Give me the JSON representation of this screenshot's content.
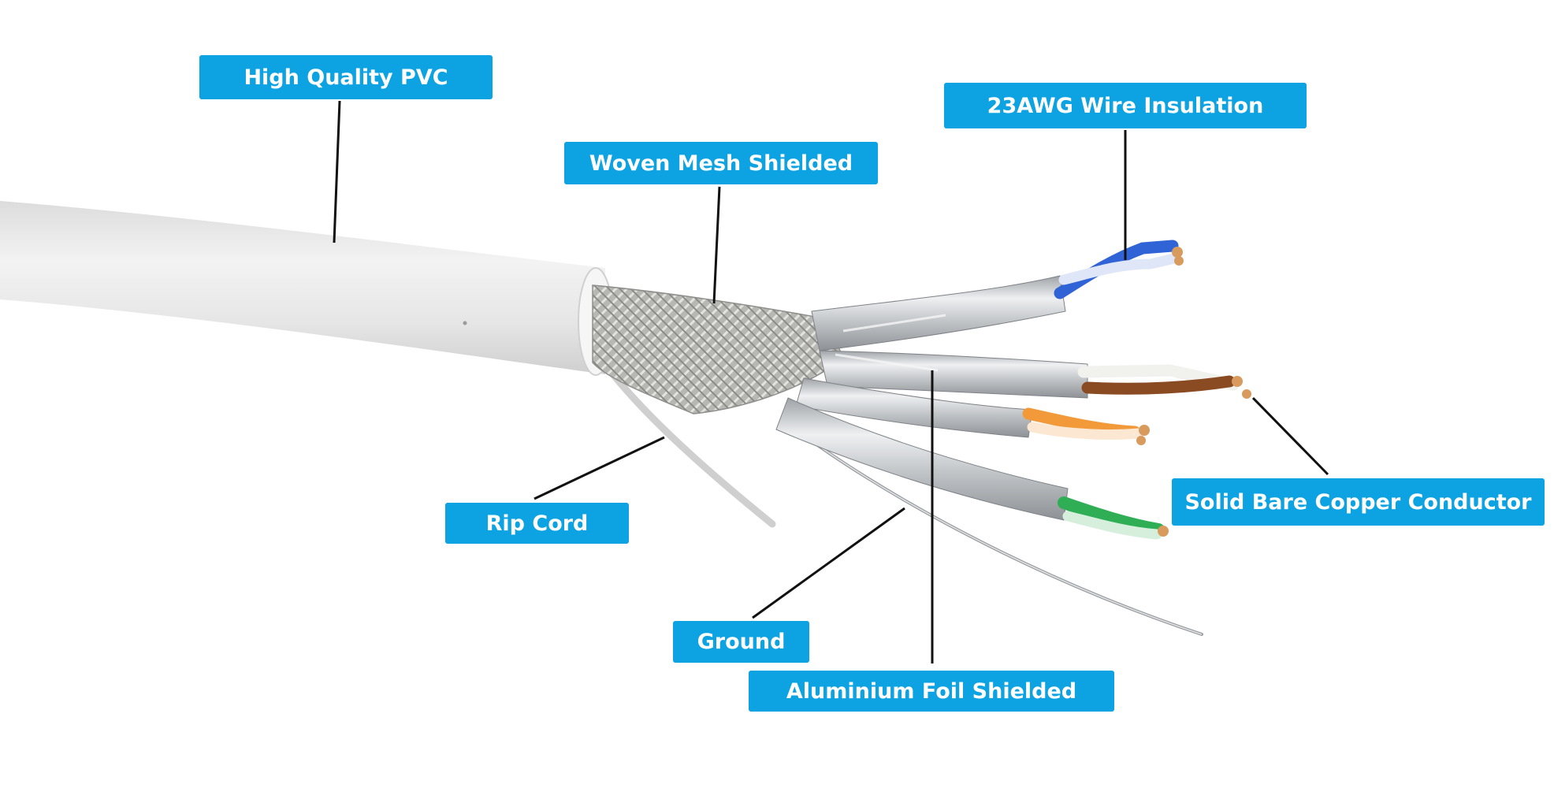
{
  "labels": {
    "pvc": "High Quality PVC",
    "mesh": "Woven Mesh Shielded",
    "insulation": "23AWG Wire Insulation",
    "copper": "Solid Bare Copper Conductor",
    "rip_cord": "Rip Cord",
    "ground": "Ground",
    "foil": "Aluminium Foil Shielded"
  },
  "colors": {
    "label_bg": "#0da2e2",
    "label_text": "#ffffff",
    "leader_line": "#111111",
    "jacket": "#e9e9e9",
    "braid": "#b9b9b6",
    "foil": "#d4d6d8",
    "pair_blue": "#2f63d6",
    "pair_brown": "#8a4b22",
    "pair_orange": "#f29a3a",
    "pair_green": "#2fae55",
    "copper": "#d99a5e"
  },
  "icons": [
    "cable-jacket",
    "braided-shield",
    "foil-shield",
    "twisted-pair",
    "drain-wire",
    "rip-cord"
  ]
}
